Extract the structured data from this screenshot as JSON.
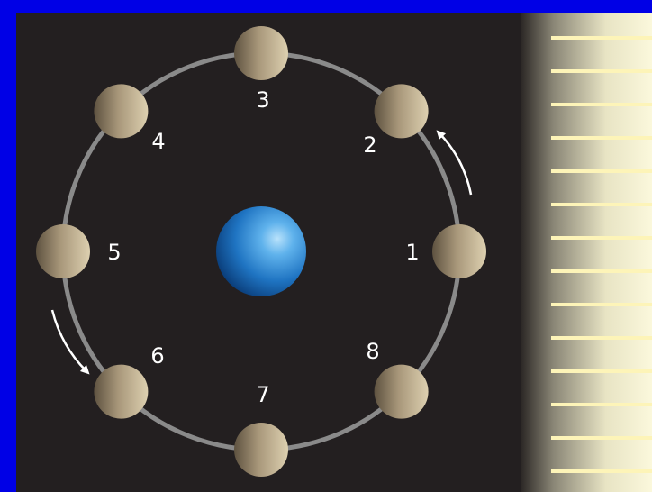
{
  "colors": {
    "frame_border": "#0000e6",
    "space": "#231f20",
    "orbit": "#8a8a8a",
    "earth": "#2a86d0",
    "moon": "#c8b48c",
    "sunlight": "#fdf4b8",
    "arrow": "#ffffff"
  },
  "moon_positions": [
    {
      "label": "1"
    },
    {
      "label": "2"
    },
    {
      "label": "3"
    },
    {
      "label": "4"
    },
    {
      "label": "5"
    },
    {
      "label": "6"
    },
    {
      "label": "7"
    },
    {
      "label": "8"
    }
  ],
  "sunlight_rays": 14,
  "icons": {
    "earth": "earth-sphere",
    "moon": "moon-half-lit",
    "arrow": "orbit-direction-arrow"
  }
}
